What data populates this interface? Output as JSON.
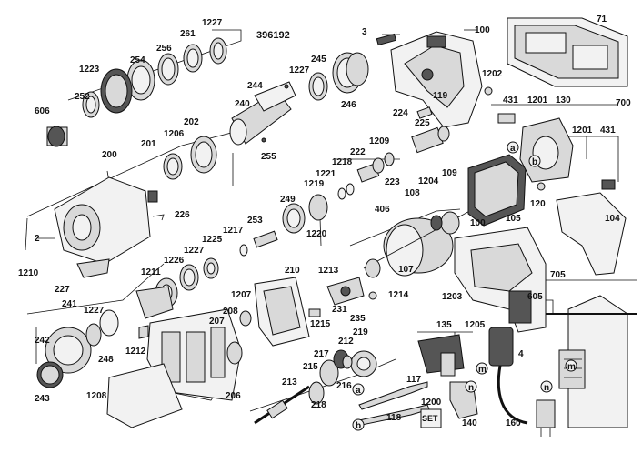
{
  "diagram": {
    "document_number": "396192",
    "set_label": "SET",
    "part_numbers": {
      "p100a": "100",
      "p100b": "100",
      "p3": "3",
      "p71": "71",
      "p700": "700",
      "p1202": "1202",
      "p119": "119",
      "p431a": "431",
      "p1201a": "1201",
      "p130": "130",
      "p1201b": "1201",
      "p431b": "431",
      "p1227a": "1227",
      "p261": "261",
      "p256": "256",
      "p254": "254",
      "p1223": "1223",
      "p252": "252",
      "p606": "606",
      "p244": "244",
      "p1227b": "1227",
      "p245": "245",
      "p246": "246",
      "p240": "240",
      "p255": "255",
      "p202": "202",
      "p1206": "1206",
      "p201": "201",
      "p200": "200",
      "p224": "224",
      "p225": "225",
      "p1209": "1209",
      "p222": "222",
      "p1218": "1218",
      "p1221": "1221",
      "p223": "223",
      "p1219": "1219",
      "p249": "249",
      "p1220": "1220",
      "p226": "226",
      "p2": "2",
      "p1210": "1210",
      "p227": "227",
      "p1211": "1211",
      "p1226": "1226",
      "p1227c": "1227",
      "p1225": "1225",
      "p1217": "1217",
      "p253": "253",
      "p210": "210",
      "p1213": "1213",
      "p1207": "1207",
      "p1215": "1215",
      "p231": "231",
      "p235": "235",
      "p1214": "1214",
      "p406": "406",
      "p108": "108",
      "p1204": "1204",
      "p109": "109",
      "p107": "107",
      "p105": "105",
      "p120": "120",
      "p104": "104",
      "p1203": "1203",
      "p705": "705",
      "p605": "605",
      "p241": "241",
      "p1227d": "1227",
      "p242": "242",
      "p248": "248",
      "p1212": "1212",
      "p208": "208",
      "p207": "207",
      "p243": "243",
      "p1208": "1208",
      "p206": "206",
      "p213": "213",
      "p215": "215",
      "p217": "217",
      "p212": "212",
      "p219": "219",
      "p218": "218",
      "p216": "216",
      "p117": "117",
      "p118": "118",
      "p1200": "1200",
      "p135": "135",
      "p1205": "1205",
      "p140": "140",
      "p4": "4",
      "p160": "160"
    },
    "reference_letters": {
      "a1": "a",
      "b1": "b",
      "m1": "m",
      "n1": "n",
      "a2": "a",
      "b2": "b",
      "m2": "m",
      "n2": "n"
    }
  }
}
